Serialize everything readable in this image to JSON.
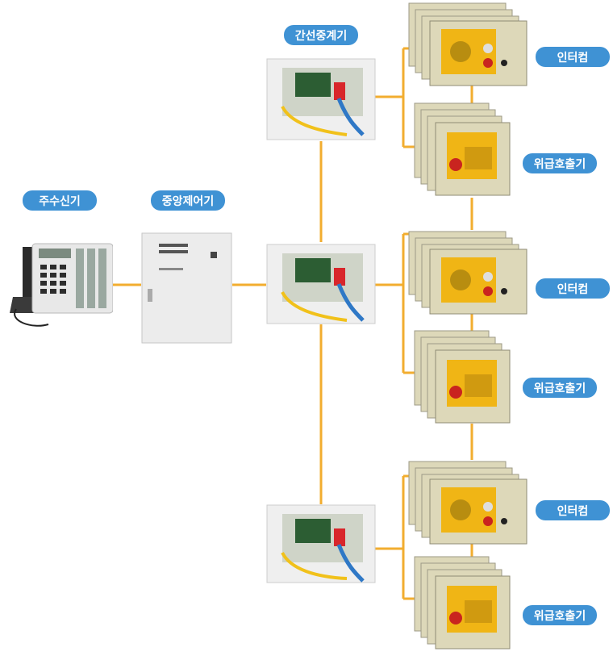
{
  "labels": {
    "phone": "주수신기",
    "controller": "중앙제어기",
    "relay": "간선중계기",
    "intercom": "인터컴",
    "emergency": "위급호출기"
  },
  "colors": {
    "wire": "#f2ad2f",
    "label_bg": "#3f92d4",
    "label_text": "#ffffff",
    "panel_yellow": "#f0b515",
    "frame_beige": "#ddd8b9"
  },
  "icons": {
    "phone": "desk-phone-icon",
    "controller": "control-cabinet-icon",
    "relay": "relay-board-icon",
    "intercom": "intercom-panel-icon",
    "emergency": "emergency-call-panel-icon"
  }
}
